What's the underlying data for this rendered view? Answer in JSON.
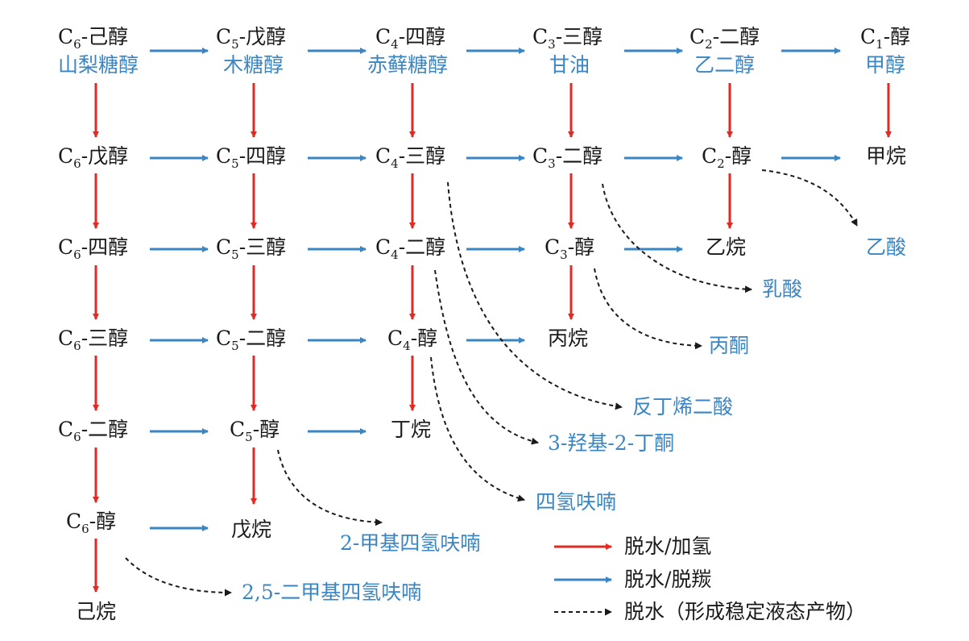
{
  "colors": {
    "red_arrow": "#e02a23",
    "blue_arrow": "#3a86c4",
    "dashed_arrow": "#1a1a1a",
    "blue_text": "#3a86c4",
    "black_text": "#1a1a1a"
  },
  "nodes": {
    "c6_hexol": {
      "prefix": "C",
      "sub": "6",
      "suffix": "-己醇"
    },
    "c5_pentol": {
      "prefix": "C",
      "sub": "5",
      "suffix": "-戊醇"
    },
    "c4_tetrol": {
      "prefix": "C",
      "sub": "4",
      "suffix": "-四醇"
    },
    "c3_triol": {
      "prefix": "C",
      "sub": "3",
      "suffix": "-三醇"
    },
    "c2_diol": {
      "prefix": "C",
      "sub": "2",
      "suffix": "-二醇"
    },
    "c1_ol": {
      "prefix": "C",
      "sub": "1",
      "suffix": "-醇"
    },
    "c6_pentol": {
      "prefix": "C",
      "sub": "6",
      "suffix": "-戊醇"
    },
    "c5_tetrol": {
      "prefix": "C",
      "sub": "5",
      "suffix": "-四醇"
    },
    "c4_triol": {
      "prefix": "C",
      "sub": "4",
      "suffix": "-三醇"
    },
    "c3_diol": {
      "prefix": "C",
      "sub": "3",
      "suffix": "-二醇"
    },
    "c2_ol": {
      "prefix": "C",
      "sub": "2",
      "suffix": "-醇"
    },
    "c6_tetrol": {
      "prefix": "C",
      "sub": "6",
      "suffix": "-四醇"
    },
    "c5_triol": {
      "prefix": "C",
      "sub": "5",
      "suffix": "-三醇"
    },
    "c4_diol": {
      "prefix": "C",
      "sub": "4",
      "suffix": "-二醇"
    },
    "c3_ol": {
      "prefix": "C",
      "sub": "3",
      "suffix": "-醇"
    },
    "c6_triol": {
      "prefix": "C",
      "sub": "6",
      "suffix": "-三醇"
    },
    "c5_diol": {
      "prefix": "C",
      "sub": "5",
      "suffix": "-二醇"
    },
    "c4_ol": {
      "prefix": "C",
      "sub": "4",
      "suffix": "-醇"
    },
    "c6_diol": {
      "prefix": "C",
      "sub": "6",
      "suffix": "-二醇"
    },
    "c5_ol": {
      "prefix": "C",
      "sub": "5",
      "suffix": "-醇"
    },
    "c6_ol": {
      "prefix": "C",
      "sub": "6",
      "suffix": "-醇"
    }
  },
  "names": {
    "sorbitol": "山梨糖醇",
    "xylitol": "木糖醇",
    "erythritol": "赤藓糖醇",
    "glycerol": "甘油",
    "ethylene_glycol": "乙二醇",
    "methanol": "甲醇",
    "methane": "甲烷",
    "acetic_acid": "乙酸",
    "ethane": "乙烷",
    "lactic_acid": "乳酸",
    "propane": "丙烷",
    "acetone": "丙酮",
    "fumaric_acid": "反丁烯二酸",
    "butane": "丁烷",
    "acetoin": "3-羟基-2-丁酮",
    "thf": "四氢呋喃",
    "pentane": "戊烷",
    "mthf": "2-甲基四氢呋喃",
    "hexane": "己烷",
    "dmthf": "2,5-二甲基四氢呋喃"
  },
  "legend": {
    "red": "脱水/加氢",
    "blue": "脱水/脱羰",
    "dashed": "脱水（形成稳定液态产物）"
  }
}
